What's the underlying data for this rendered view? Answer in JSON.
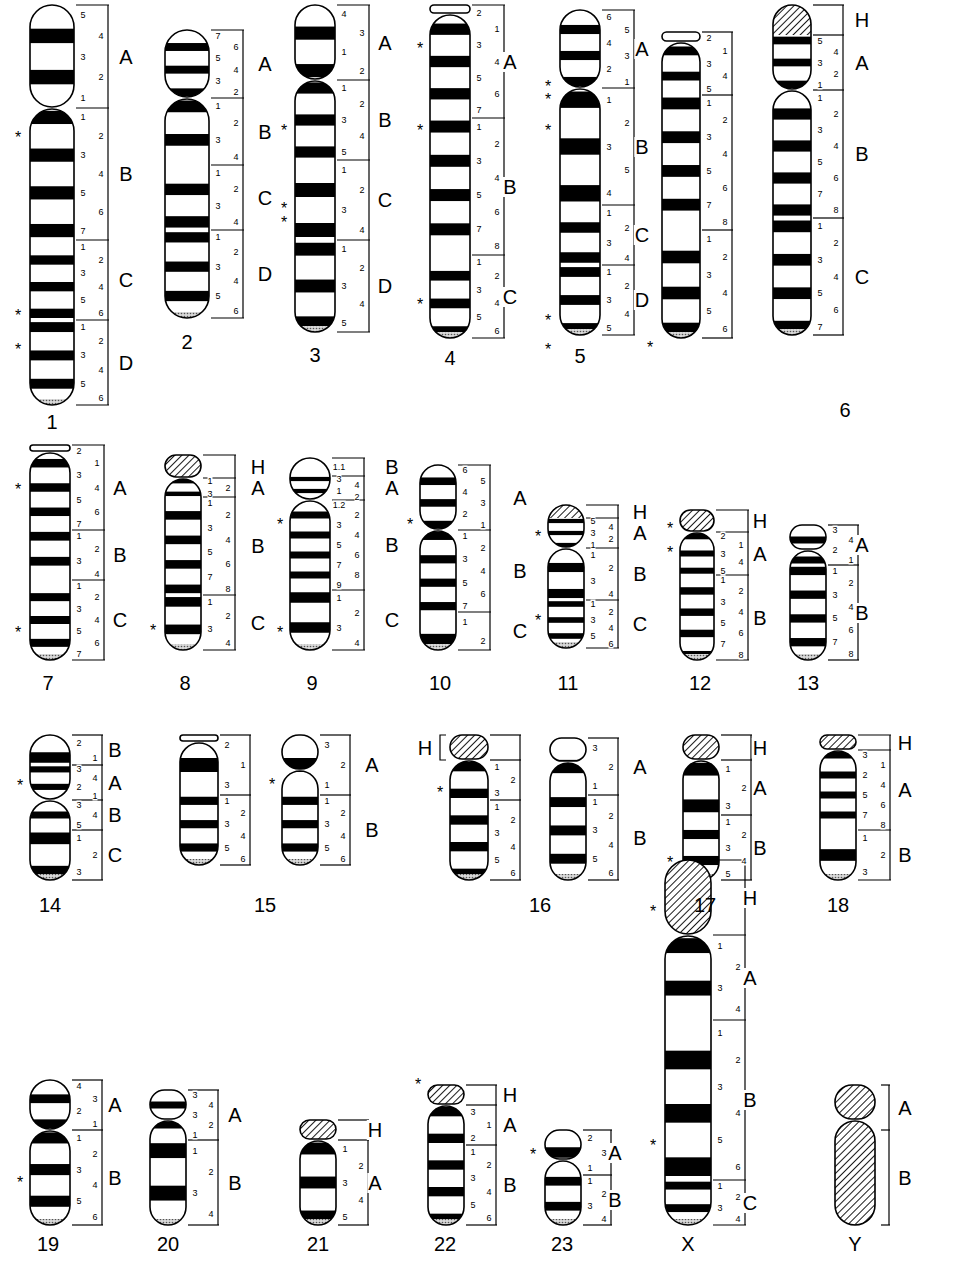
{
  "diagram": {
    "labels": [
      "A",
      "B",
      "C",
      "D",
      "5",
      "4",
      "3",
      "2",
      "1",
      "1",
      "2",
      "3",
      "4",
      "5",
      "6",
      "7",
      "1",
      "2",
      "3",
      "4",
      "5",
      "6",
      "1",
      "2",
      "3",
      "4",
      "5",
      "6",
      "*",
      "*",
      "*",
      "1",
      "A",
      "B",
      "C",
      "D",
      "7",
      "6",
      "5",
      "4",
      "3",
      "2",
      "1",
      "2",
      "3",
      "4",
      "1",
      "2",
      "3",
      "4",
      "1",
      "2",
      "3",
      "4",
      "5",
      "6",
      "2",
      "A",
      "B",
      "C",
      "D",
      "4",
      "3",
      "1",
      "2",
      "1",
      "2",
      "3",
      "4",
      "5",
      "1",
      "2",
      "3",
      "4",
      "1",
      "2",
      "3",
      "4",
      "5",
      "*",
      "*",
      "*",
      "3",
      "A",
      "B",
      "C",
      "2",
      "1",
      "3",
      "4",
      "5",
      "6",
      "7",
      "1",
      "2",
      "3",
      "4",
      "5",
      "6",
      "7",
      "8",
      "1",
      "2",
      "3",
      "4",
      "5",
      "6",
      "*",
      "*",
      "*",
      "4",
      "A",
      "B",
      "C",
      "D",
      "6",
      "5",
      "4",
      "3",
      "2",
      "1",
      "1",
      "2",
      "3",
      "5",
      "4",
      "1",
      "2",
      "3",
      "4",
      "1",
      "2",
      "3",
      "4",
      "5",
      "*",
      "*",
      "*",
      "*",
      "*",
      "5",
      "2",
      "1",
      "3",
      "4",
      "5",
      "1",
      "2",
      "3",
      "4",
      "5",
      "6",
      "7",
      "8",
      "1",
      "2",
      "3",
      "4",
      "5",
      "6",
      "*",
      "H",
      "A",
      "B",
      "C",
      "5",
      "4",
      "3",
      "2",
      "1",
      "1",
      "2",
      "3",
      "4",
      "5",
      "6",
      "7",
      "8",
      "1",
      "2",
      "3",
      "4",
      "5",
      "6",
      "7",
      "6",
      "A",
      "B",
      "C",
      "2",
      "1",
      "3",
      "4",
      "5",
      "6",
      "7",
      "1",
      "2",
      "3",
      "4",
      "1",
      "2",
      "3",
      "4",
      "5",
      "6",
      "7",
      "*",
      "*",
      "7",
      "H",
      "A",
      "B",
      "C",
      "1",
      "2",
      "3",
      "1",
      "2",
      "3",
      "4",
      "5",
      "6",
      "7",
      "8",
      "1",
      "2",
      "3",
      "4",
      "*",
      "8",
      "B",
      "A",
      "B",
      "C",
      "1.1",
      "3",
      "4",
      "1",
      "2",
      "1.2",
      "2",
      "3",
      "4",
      "5",
      "6",
      "7",
      "8",
      "9",
      "1",
      "2",
      "3",
      "4",
      "*",
      "*",
      "9",
      "A",
      "B",
      "C",
      "6",
      "5",
      "4",
      "3",
      "2",
      "1",
      "1",
      "2",
      "3",
      "4",
      "5",
      "6",
      "7",
      "1",
      "2",
      "*",
      "10",
      "H",
      "A",
      "B",
      "C",
      "5",
      "4",
      "3",
      "2",
      "1",
      "1",
      "2",
      "3",
      "4",
      "1",
      "2",
      "3",
      "4",
      "5",
      "6",
      "*",
      "*",
      "11",
      "H",
      "A",
      "B",
      "2",
      "1",
      "3",
      "4",
      "5",
      "1",
      "2",
      "3",
      "4",
      "5",
      "6",
      "7",
      "8",
      "*",
      "*",
      "12",
      "A",
      "B",
      "3",
      "4",
      "2",
      "1",
      "1",
      "2",
      "3",
      "4",
      "5",
      "6",
      "7",
      "8",
      "13",
      "B",
      "A",
      "B",
      "C",
      "2",
      "1",
      "3",
      "4",
      "2",
      "1",
      "3",
      "4",
      "5",
      "1",
      "2",
      "3",
      "*",
      "14",
      "2",
      "1",
      "3",
      "1",
      "2",
      "3",
      "4",
      "5",
      "6",
      "A",
      "B",
      "3",
      "2",
      "1",
      "1",
      "2",
      "3",
      "4",
      "5",
      "6",
      "*",
      "15",
      "H",
      "1",
      "2",
      "3",
      "1",
      "2",
      "3",
      "4",
      "5",
      "6",
      "*",
      "A",
      "B",
      "3",
      "2",
      "1",
      "1",
      "2",
      "3",
      "4",
      "5",
      "6",
      "16",
      "H",
      "A",
      "B",
      "1",
      "2",
      "3",
      "1",
      "2",
      "3",
      "4",
      "5",
      "*",
      "17",
      "H",
      "A",
      "B",
      "3",
      "1",
      "2",
      "4",
      "5",
      "6",
      "7",
      "8",
      "1",
      "2",
      "3",
      "18",
      "A",
      "B",
      "4",
      "3",
      "2",
      "1",
      "1",
      "2",
      "3",
      "4",
      "5",
      "6",
      "*",
      "19",
      "A",
      "B",
      "3",
      "4",
      "3",
      "2",
      "1",
      "1",
      "2",
      "3",
      "4",
      "20",
      "H",
      "A",
      "1",
      "2",
      "3",
      "4",
      "5",
      "21",
      "H",
      "A",
      "B",
      "3",
      "1",
      "2",
      "1",
      "2",
      "3",
      "4",
      "5",
      "6",
      "*",
      "22",
      "A",
      "B",
      "2",
      "3",
      "1",
      "1",
      "2",
      "3",
      "4",
      "*",
      "23",
      "H",
      "A",
      "B",
      "C",
      "1",
      "2",
      "3",
      "4",
      "1",
      "2",
      "3",
      "4",
      "5",
      "6",
      "1",
      "2",
      "3",
      "4",
      "*",
      "*",
      "X",
      "A",
      "B",
      "Y"
    ]
  }
}
